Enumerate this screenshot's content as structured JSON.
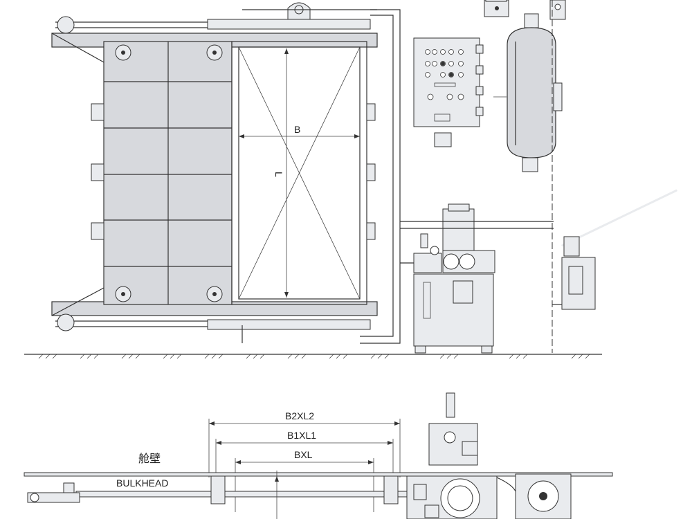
{
  "labels": {
    "width": "B",
    "length": "L",
    "opening_outer": "B2XL2",
    "opening_mid": "B1XL1",
    "opening_inner": "BXL",
    "bulkhead_cn": "舱壁",
    "bulkhead_en": "BULKHEAD"
  }
}
